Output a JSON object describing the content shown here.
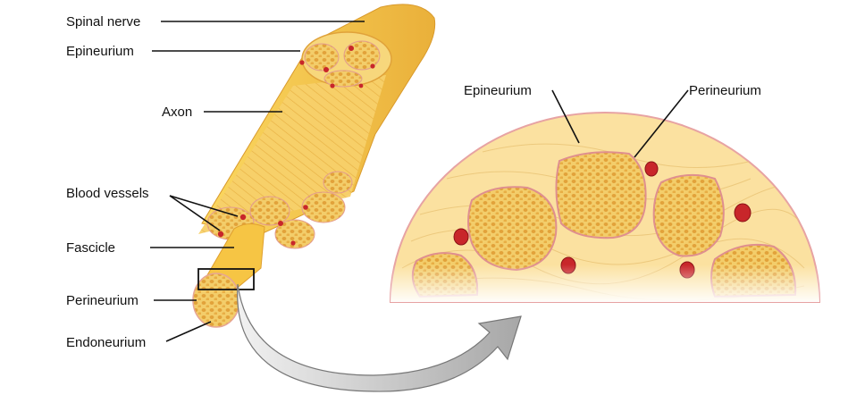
{
  "labels": {
    "spinal_nerve": "Spinal nerve",
    "epineurium": "Epineurium",
    "axon": "Axon",
    "blood_vessels": "Blood vessels",
    "fascicle": "Fascicle",
    "perineurium": "Perineurium",
    "endoneurium": "Endoneurium",
    "cross_epineurium": "Epineurium",
    "cross_perineurium": "Perineurium"
  },
  "colors": {
    "nerve_fill": "#f6c544",
    "nerve_shade": "#e2a52b",
    "fascicle_fill": "#f3cd6a",
    "fascicle_dots": "#e5a93c",
    "perineurium_edge": "#e7a3a3",
    "blood_vessel": "#c8262a",
    "arrow_gray": "#b9b9b9"
  }
}
